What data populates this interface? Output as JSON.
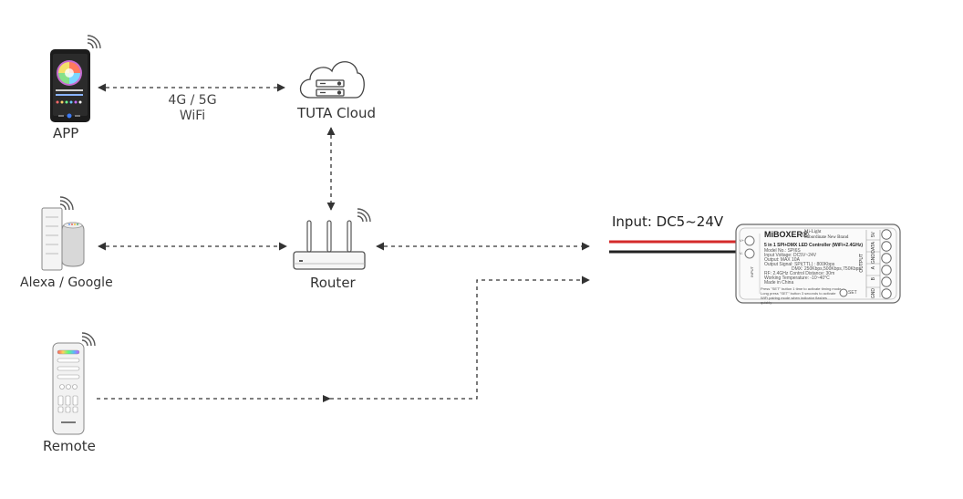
{
  "nodes": {
    "app": "APP",
    "cloud": "TUTA Cloud",
    "alexa": "Alexa / Google",
    "router": "Router",
    "remote": "Remote"
  },
  "link_app_cloud": {
    "line1": "4G / 5G",
    "line2": "WiFi"
  },
  "input_label": "Input: DC5~24V",
  "controller": {
    "brand": "MiBOXER®",
    "sub1": "Mi-Light",
    "sub2": "Subordinate New Brand",
    "model_title": "5 in 1 SPI+DMX LED Controller (WiFi+2.4GHz)",
    "specs": [
      "Model No.: SPI6S",
      "Input Voltage: DC5V~24V",
      "Output: MAX 10A",
      "Output Signal: SPI(TTL) : 800Kbps",
      "DMX: 250Kbps,500Kbps,750Kbps",
      "RF: 2.4GHz  Control Distance: 30m",
      "Working Temperature: -10~40°C",
      "Made in China"
    ],
    "notes": [
      "Press \"SET\" button 1 time to activate timing mode",
      "Long press \"SET\" button 3 seconds to activate WiFi pairing mode when indicator flashes quickly"
    ],
    "set_label": "SET",
    "output_label": "OUTPUT",
    "input_side": "INPUT",
    "pins": [
      "5V",
      "DATA",
      "GND",
      "A",
      "B",
      "GND"
    ],
    "term_left": [
      "V+",
      "V-"
    ]
  },
  "colors": {
    "line": "#333333",
    "wire_red": "#d42a2a",
    "wire_black": "#222222",
    "device": "#555555"
  }
}
